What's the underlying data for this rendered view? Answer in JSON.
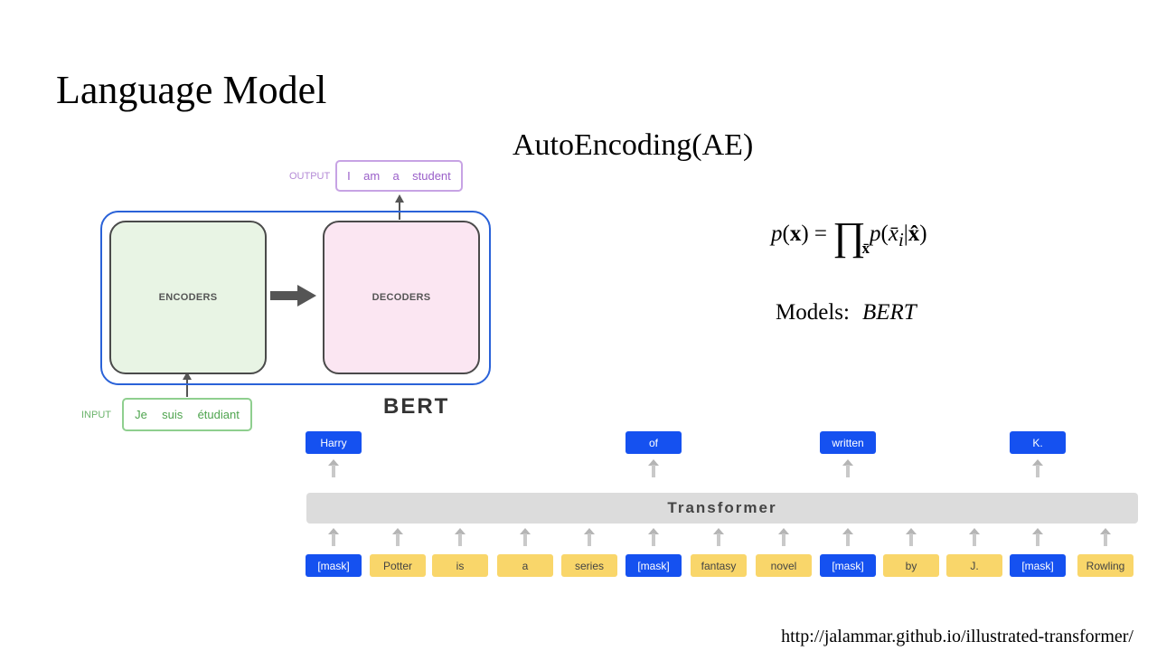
{
  "slide": {
    "title": "Language Model",
    "subtitle": "AutoEncoding(AE)",
    "models_label": "Models:",
    "models_value": "BERT",
    "credit": "http://jalammar.github.io/illustrated-transformer/"
  },
  "formula": {
    "p": "p",
    "x_bold": "x",
    "equals": "=",
    "sub": "x̄",
    "xi": "x̄",
    "i": "i",
    "xhat": "x̂"
  },
  "encdec": {
    "output_label": "OUTPUT",
    "output_words": [
      "I",
      "am",
      "a",
      "student"
    ],
    "encoders_label": "ENCODERS",
    "decoders_label": "DECODERS",
    "input_label": "INPUT",
    "input_words": [
      "Je",
      "suis",
      "étudiant"
    ],
    "model_label": "BERT"
  },
  "transformer": {
    "label": "Transformer",
    "outputs": [
      "Harry",
      "of",
      "written",
      "K."
    ],
    "tokens": [
      "[mask]",
      "Potter",
      "is",
      "a",
      "series",
      "[mask]",
      "fantasy",
      "novel",
      "[mask]",
      "by",
      "J.",
      "[mask]",
      "Rowling"
    ],
    "masked_indices": [
      0,
      5,
      8,
      11
    ]
  },
  "colors": {
    "mask_token": "#1551f0",
    "plain_token": "#f9d66a",
    "bert_border": "#2a62d8",
    "encoder_fill": "#e8f4e4",
    "decoder_fill": "#fbe6f2"
  }
}
